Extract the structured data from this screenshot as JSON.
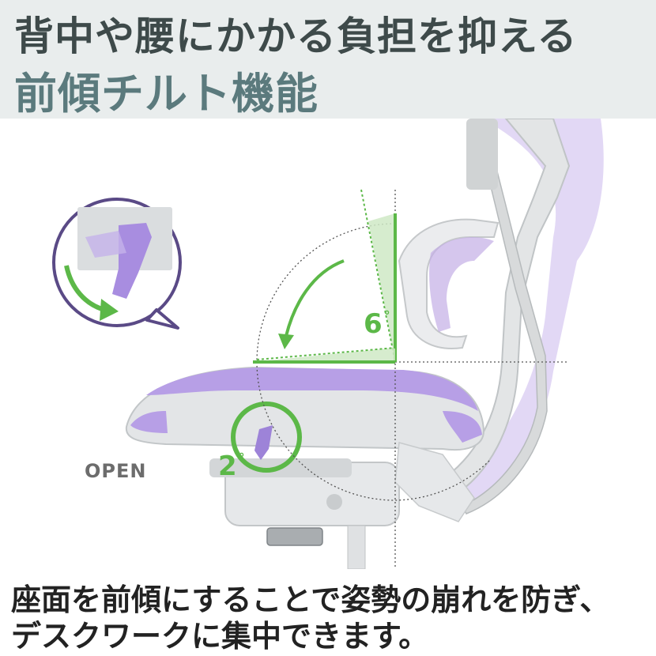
{
  "header": {
    "line1": "背中や腰にかかる負担を抑える",
    "line2": "前傾チルト機能"
  },
  "diagram": {
    "back_angle": "6",
    "seat_angle": "2",
    "degree_symbol": "°",
    "lever_state": "OPEN"
  },
  "caption": {
    "line1": "座面を前傾にすることで姿勢の崩れを防ぎ、",
    "line2": "デスクワークに集中できます。"
  },
  "colors": {
    "accent_green": "#5cb848",
    "accent_purple": "#a98fd9",
    "header_bg": "#e9eded"
  }
}
